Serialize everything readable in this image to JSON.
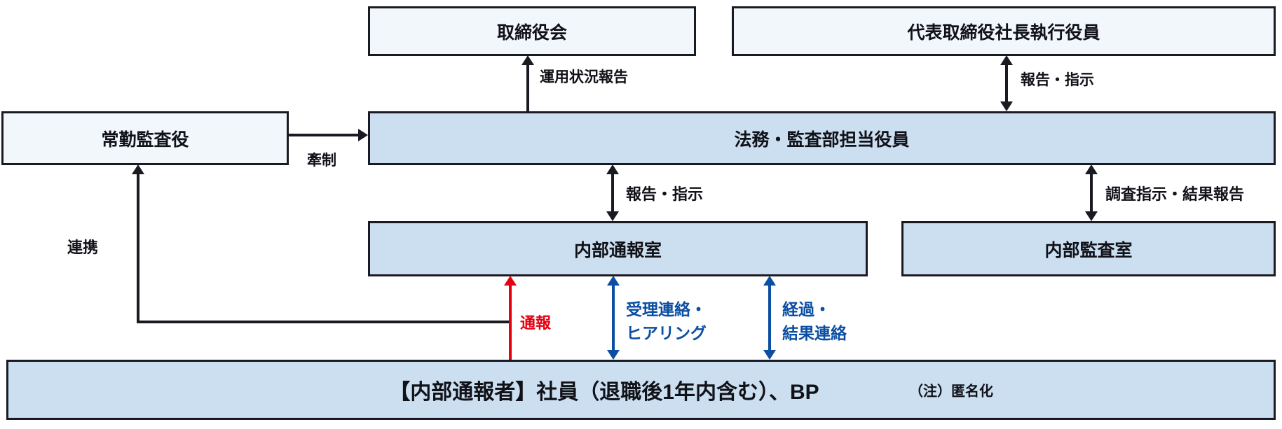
{
  "boxes": {
    "board": {
      "label": "取締役会"
    },
    "president": {
      "label": "代表取締役社長執行役員"
    },
    "standing_auditor": {
      "label": "常勤監査役"
    },
    "legal_audit_officer": {
      "label": "法務・監査部担当役員"
    },
    "internal_reporting_office": {
      "label": "内部通報室"
    },
    "internal_audit_office": {
      "label": "内部監査室"
    },
    "whistleblower": {
      "label": "【内部通報者】社員（退職後1年内含む）、BP",
      "note": "（注）匿名化"
    }
  },
  "labels": {
    "operation_status_report": "運用状況報告",
    "report_instruction_top": "報告・指示",
    "check": "牽制",
    "report_instruction_mid": "報告・指示",
    "investigation_instruction_result_report": "調査指示・結果報告",
    "cooperation": "連携",
    "report": "通報",
    "acceptance_line1": "受理連絡・",
    "acceptance_line2": "ヒアリング",
    "progress_line1": "経過・",
    "progress_line2": "結果連絡"
  },
  "colors": {
    "box_fill_white": "#f2f7fc",
    "box_fill_blue": "#cbdff1",
    "border": "#1a1a22",
    "arrow_black": "#1a1a22",
    "arrow_red": "#e60012",
    "arrow_blue": "#0b4ea2",
    "text": "#111118"
  }
}
